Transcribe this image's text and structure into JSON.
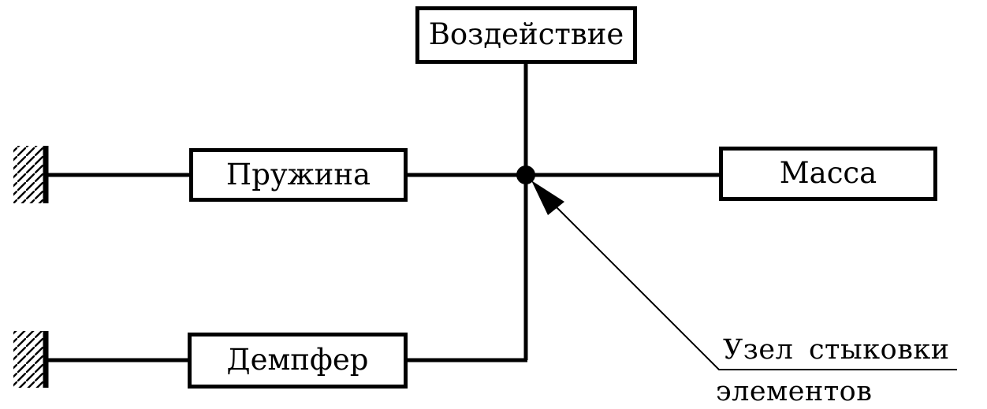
{
  "diagram": {
    "boxes": {
      "impact": {
        "label": "Воздействие"
      },
      "spring": {
        "label": "Пружина"
      },
      "mass": {
        "label": "Масса"
      },
      "damper": {
        "label": "Демпфер"
      }
    },
    "annotation": {
      "line1": "Узел стыковки",
      "line2": "элементов"
    },
    "colors": {
      "line": "#000000",
      "background": "#ffffff"
    }
  }
}
